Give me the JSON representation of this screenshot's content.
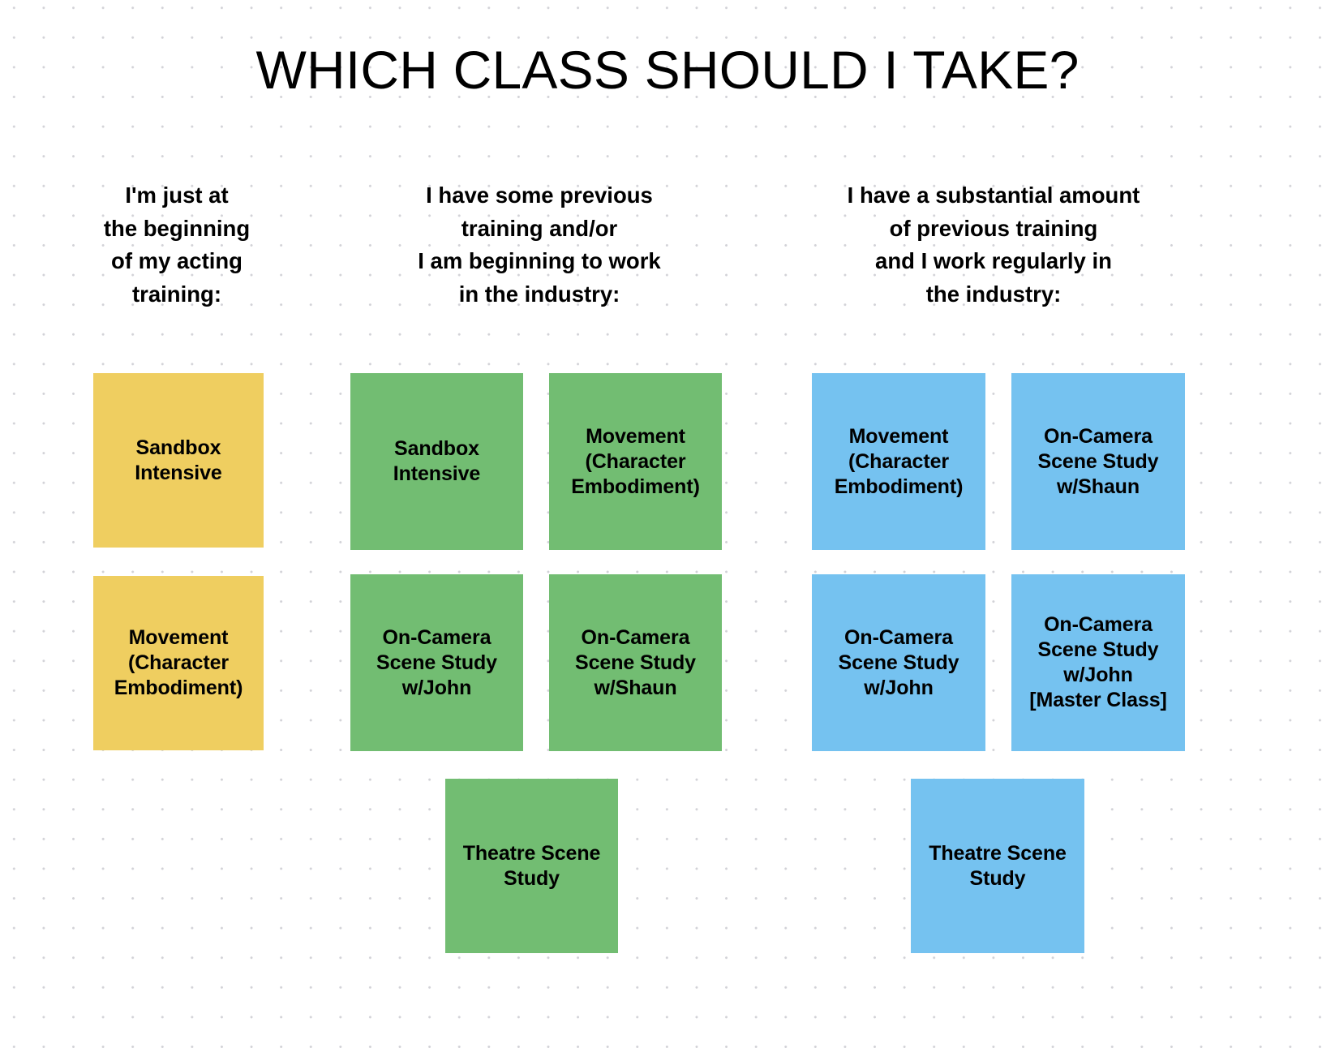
{
  "page": {
    "title": "WHICH CLASS SHOULD I TAKE?",
    "background": "#ffffff",
    "dot_color": "#d2d2d7"
  },
  "colors": {
    "beginner": "#efce60",
    "intermediate": "#72bd72",
    "advanced": "#75c2f0",
    "text": "#000000"
  },
  "columns": [
    {
      "id": "beginner",
      "header": "I'm just at\nthe beginning\nof my acting\ntraining:",
      "color": "#efce60",
      "cards": [
        {
          "label": "Sandbox\nIntensive"
        },
        {
          "label": "Movement\n(Character\nEmbodiment)"
        }
      ]
    },
    {
      "id": "intermediate",
      "header": "I have some previous\ntraining and/or\nI am beginning to work\nin the industry:",
      "color": "#72bd72",
      "cards": [
        {
          "label": "Sandbox\nIntensive"
        },
        {
          "label": "Movement\n(Character\nEmbodiment)"
        },
        {
          "label": "On-Camera\nScene Study\nw/John"
        },
        {
          "label": "On-Camera\nScene Study\nw/Shaun"
        },
        {
          "label": "Theatre Scene\nStudy"
        }
      ]
    },
    {
      "id": "advanced",
      "header": "I have a substantial amount\nof previous training\nand I work regularly in\nthe industry:",
      "color": "#75c2f0",
      "cards": [
        {
          "label": "Movement\n(Character\nEmbodiment)"
        },
        {
          "label": "On-Camera\nScene Study\nw/Shaun"
        },
        {
          "label": "On-Camera\nScene Study\nw/John"
        },
        {
          "label": "On-Camera\nScene Study\nw/John\n[Master Class]"
        },
        {
          "label": "Theatre Scene\nStudy"
        }
      ]
    }
  ]
}
